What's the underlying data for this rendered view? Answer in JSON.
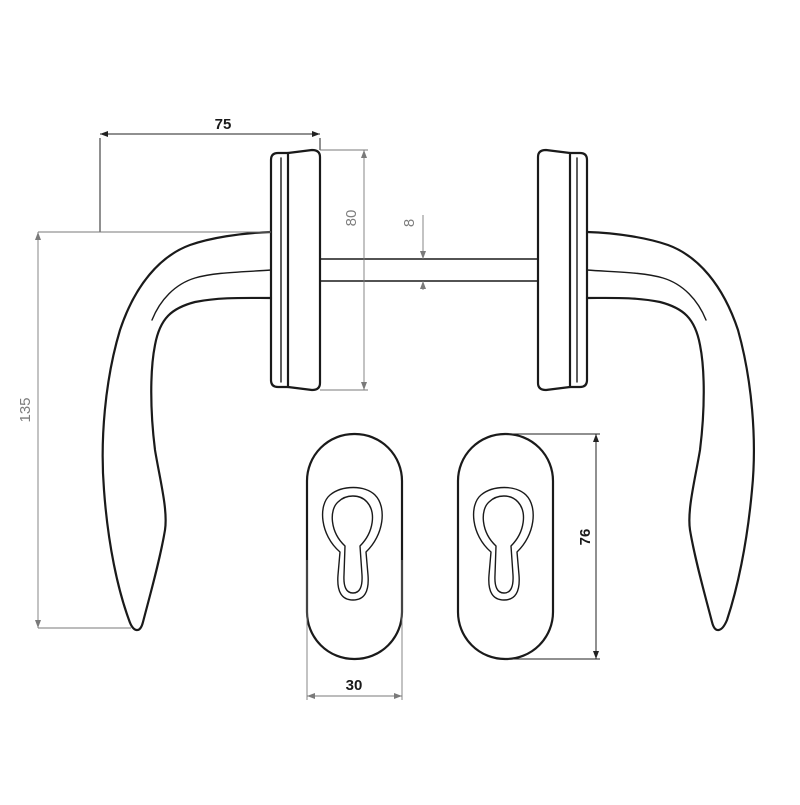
{
  "drawing": {
    "dimensions": {
      "handle_reach": "75",
      "rose_height": "80",
      "spindle": "8",
      "handle_height": "135",
      "escutcheon_height": "76",
      "escutcheon_width": "30"
    },
    "colors": {
      "outline": "#1a1a1a",
      "dimension_gray": "#7d7d7d",
      "background": "#ffffff"
    }
  }
}
